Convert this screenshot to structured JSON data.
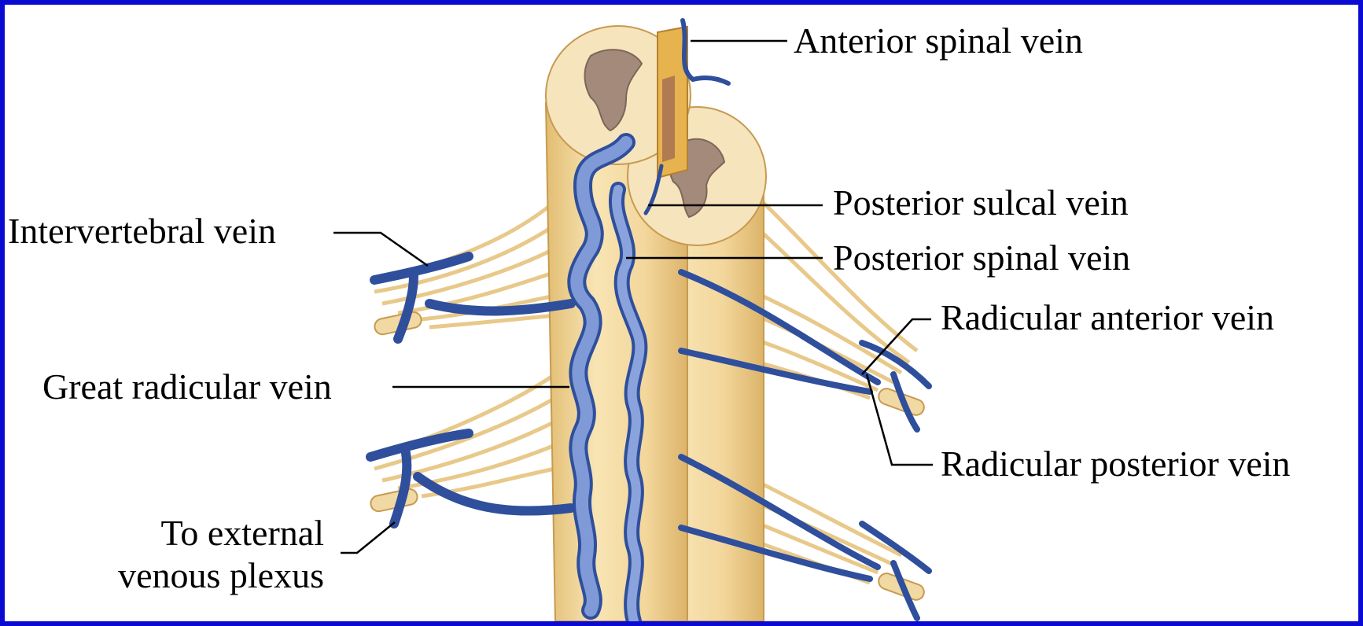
{
  "labels": {
    "anterior_spinal_vein": "Anterior spinal vein",
    "posterior_sulcal_vein": "Posterior sulcal vein",
    "posterior_spinal_vein": "Posterior spinal vein",
    "intervertebral_vein": "Intervertebral vein",
    "radicular_anterior_vein": "Radicular anterior vein",
    "great_radicular_vein": "Great radicular vein",
    "radicular_posterior_vein": "Radicular posterior vein",
    "to_external_line1": "To external",
    "to_external_line2": "venous plexus"
  },
  "colors": {
    "border": "#0a0ad2",
    "background": "#ffffff",
    "cord": "#f3d79c",
    "cord_shade": "#d9b46a",
    "gray_matter": "#a48a7a",
    "nerve_root": "#f1d9a3",
    "vein": "#6f8fd0",
    "vein_outline": "#2f4f9c",
    "leader_line": "#000000"
  }
}
